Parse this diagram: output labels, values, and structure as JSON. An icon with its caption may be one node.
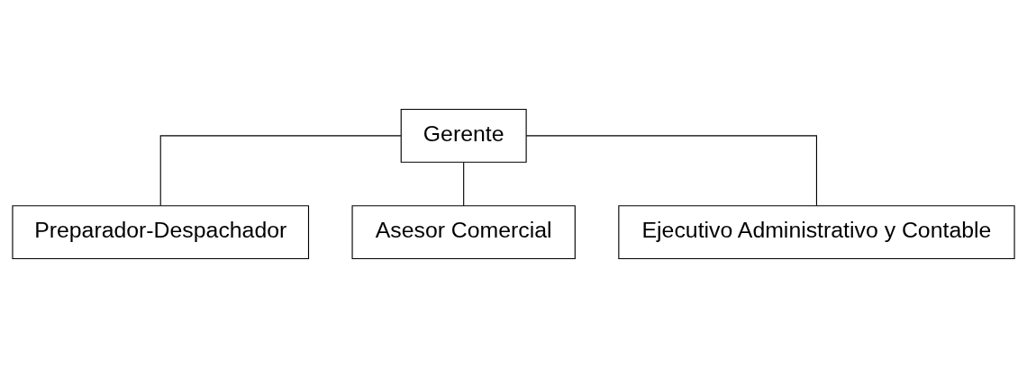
{
  "diagram": {
    "nodes": [
      {
        "text": [
          "Gerente"
        ]
      },
      {
        "text": [
          "Preparador-Despachador"
        ]
      },
      {
        "text": [
          "Asesor Comercial"
        ]
      },
      {
        "text": [
          "Ejecutivo Administrativo y Contable"
        ]
      }
    ],
    "edges": [
      {
        "from": 0,
        "to": 1,
        "arrow": "none"
      },
      {
        "from": 0,
        "to": 2,
        "arrow": "none"
      },
      {
        "from": 0,
        "to": 3,
        "arrow": "none"
      }
    ]
  }
}
